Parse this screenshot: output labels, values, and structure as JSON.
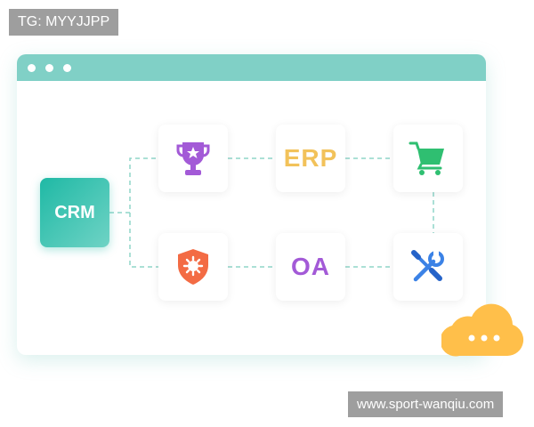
{
  "watermarks": {
    "top": "TG: MYYJJPP",
    "bottom": "www.sport-wanqiu.com"
  },
  "diagram": {
    "hub": "CRM",
    "modules": [
      {
        "label": "ERP",
        "color": "#f2c25a"
      },
      {
        "label": "OA",
        "color": "#a35ad7"
      }
    ],
    "icons": [
      "trophy-icon",
      "erp-label",
      "shopping-cart-icon",
      "shield-virus-icon",
      "oa-label",
      "wrench-screwdriver-icon"
    ]
  },
  "colors": {
    "titlebar": "#80d0c6",
    "crm_gradient_start": "#1fb9a5",
    "crm_gradient_end": "#6fd3c5",
    "connector": "#8fd5c9",
    "cloud": "#ffbf4a"
  }
}
